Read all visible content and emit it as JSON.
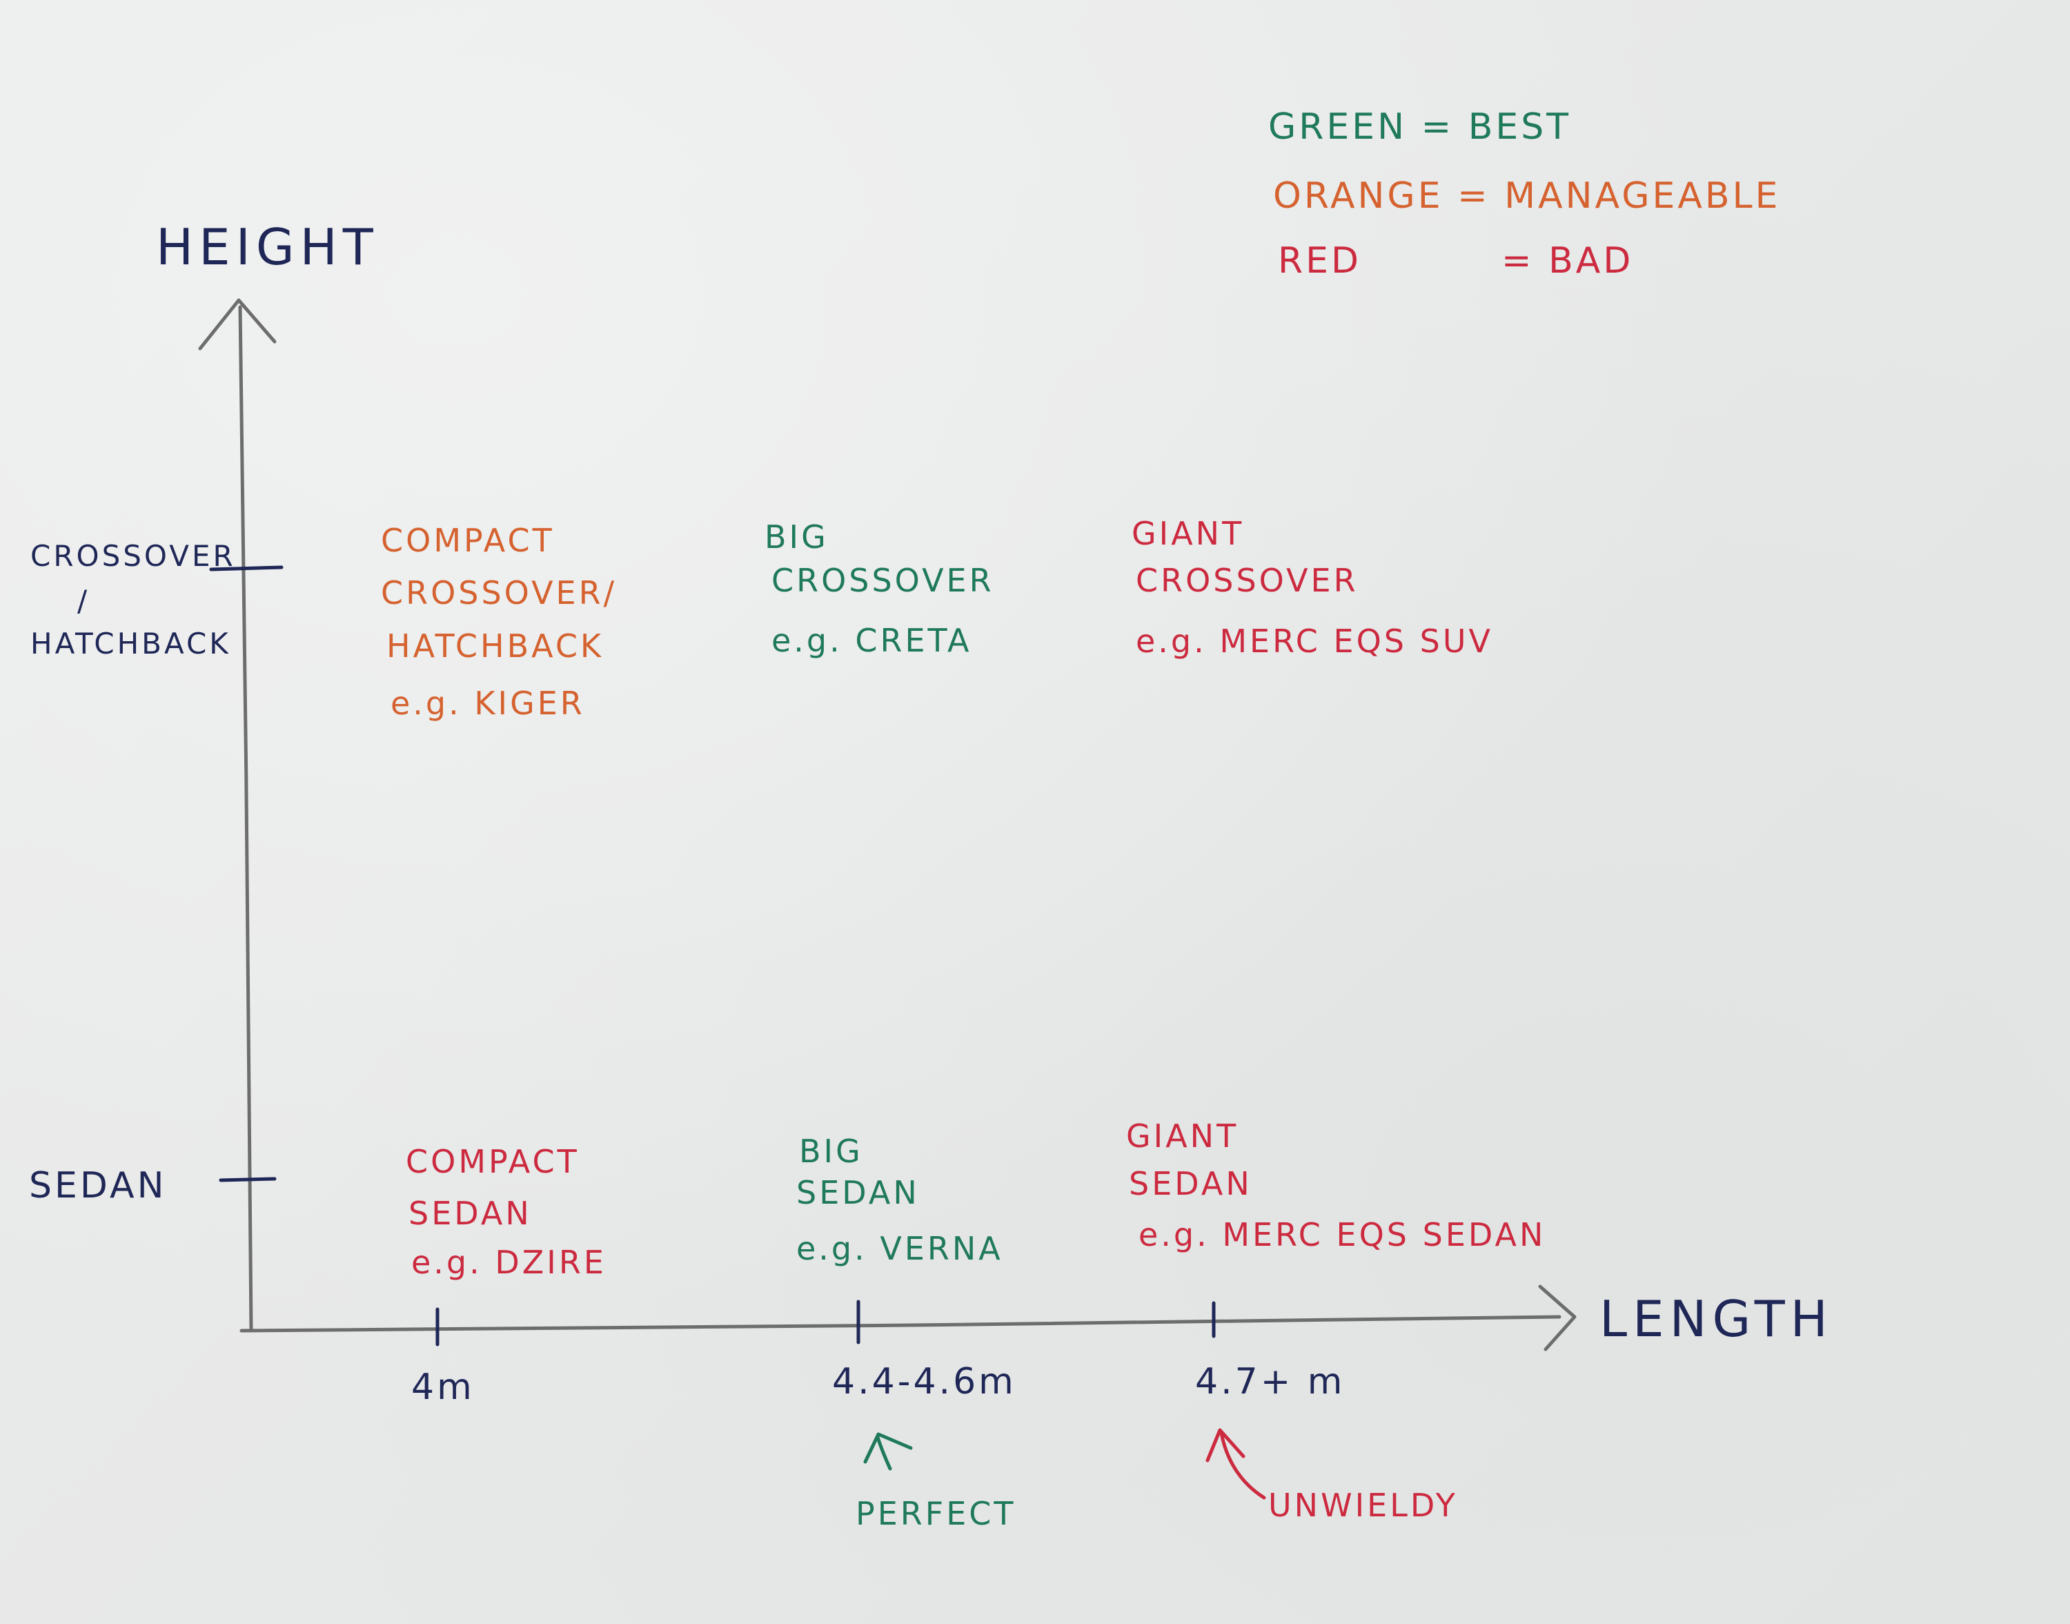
{
  "colors": {
    "ink": "#1f2757",
    "green": "#1f7a5a",
    "orange": "#d5622f",
    "red": "#cc2a3f",
    "pencil": "#6d6d6d"
  },
  "legend": {
    "green": {
      "color_word": "GREEN",
      "meaning": "BEST"
    },
    "orange": {
      "color_word": "ORANGE",
      "meaning": "MANAGEABLE"
    },
    "red": {
      "color_word": "RED",
      "meaning": "BAD"
    }
  },
  "axes": {
    "y_title": "HEIGHT",
    "x_title": "LENGTH",
    "y_ticks": {
      "crossover_top": "CROSSOVER",
      "crossover_slash": "/",
      "crossover_bottom": "HATCHBACK",
      "sedan": "SEDAN"
    },
    "x_ticks": [
      "4m",
      "4.4-4.6m",
      "4.7+ m"
    ]
  },
  "cells": {
    "compact_crossover": {
      "line1": "COMPACT",
      "line2": "CROSSOVER/",
      "line3": "HATCHBACK",
      "example": "e.g. KIGER",
      "rating": "orange"
    },
    "big_crossover": {
      "line1": "BIG",
      "line2": "CROSSOVER",
      "example": "e.g. CRETA",
      "rating": "green"
    },
    "giant_crossover": {
      "line1": "GIANT",
      "line2": "CROSSOVER",
      "example": "e.g. MERC EQS SUV",
      "rating": "red"
    },
    "compact_sedan": {
      "line1": "COMPACT",
      "line2": "SEDAN",
      "example": "e.g. DZIRE",
      "rating": "red"
    },
    "big_sedan": {
      "line1": "BIG",
      "line2": "SEDAN",
      "example": "e.g. VERNA",
      "rating": "green"
    },
    "giant_sedan": {
      "line1": "GIANT",
      "line2": "SEDAN",
      "example": "e.g. MERC EQS SEDAN",
      "rating": "red"
    }
  },
  "annotations": {
    "perfect": "PERFECT",
    "unwieldy": "UNWIELDY"
  }
}
